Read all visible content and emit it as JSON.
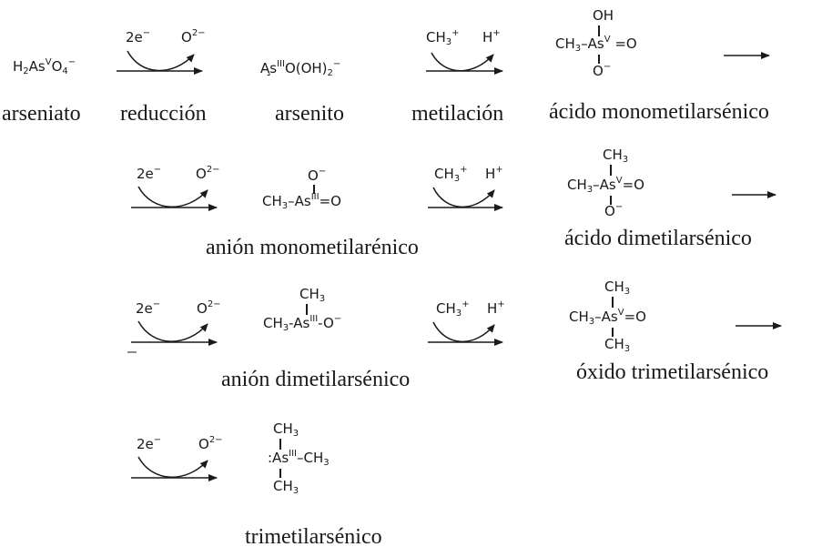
{
  "labels": {
    "arseniato": "arseniato",
    "reduccion": "reducción",
    "arsenito": "arsenito",
    "metilacion": "metilación",
    "acido_monometilarsenico": "ácido monometilarsénico",
    "anion_monometilarenico": "anión monometilarénico",
    "acido_dimetilarsenico": "ácido dimetilarsénico",
    "anion_dimetilarsenico": "anión dimetilarsénico",
    "oxido_trimetilarsenico": "óxido trimetilarsénico",
    "trimetilarsenico": "trimetilarsénico"
  },
  "reagents": {
    "two_e": "2e",
    "o2": "O",
    "o2_charge": "2−",
    "ch3_plus": "CH",
    "h_plus": "H"
  },
  "species": {
    "arsenate": "H₂As⁵O₄⁻",
    "arsenite": "As³O(OH)₂⁻",
    "mma": "CH₃–As⁵(OH)(O⁻)=O",
    "mma_anion": "CH₃–As³(O⁻)=O",
    "dma": "(CH₃)₂As⁵(O⁻)=O",
    "dma_anion": "(CH₃)₂As³–O⁻",
    "tmao": "(CH₃)₃As⁵=O",
    "tma": "(CH₃)₃As³"
  }
}
